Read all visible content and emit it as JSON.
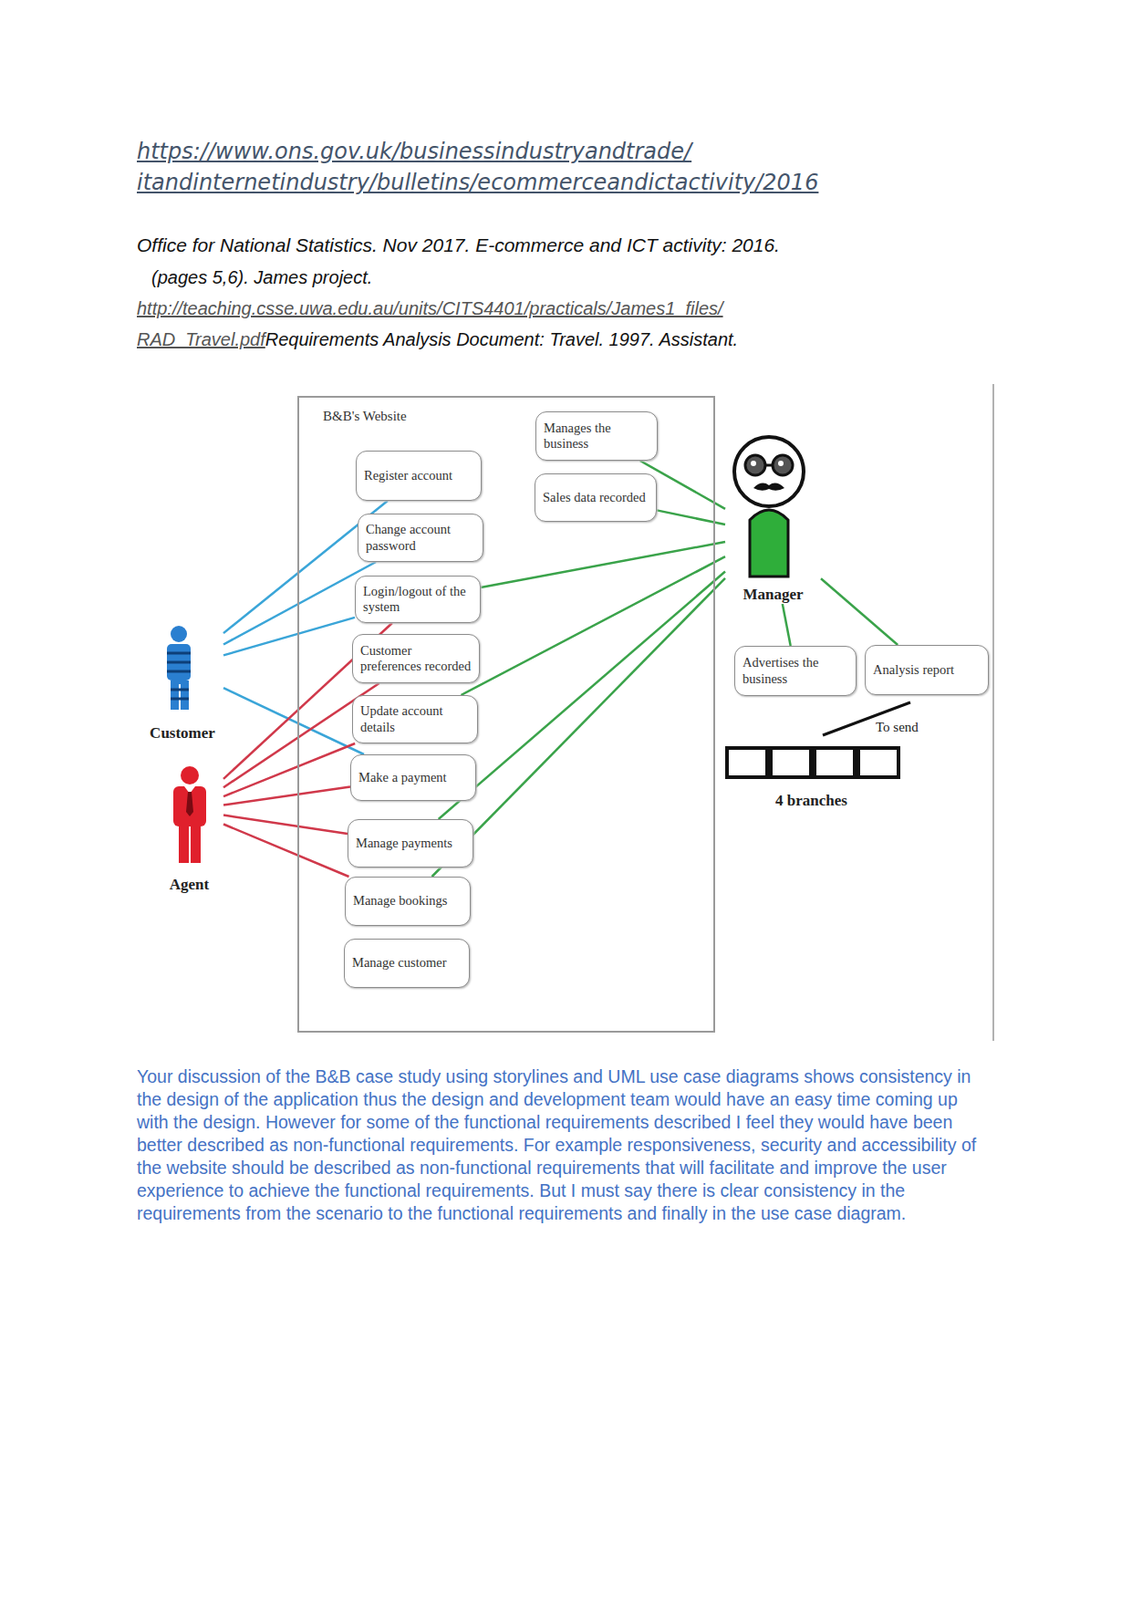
{
  "diagram": {
    "nodes": [
      {
        "text": [
          "B&B's Website"
        ]
      },
      {
        "text": [
          "Manages the business"
        ],
        "in": 0
      },
      {
        "text": [
          "Sales data recorded"
        ],
        "in": 0
      },
      {
        "text": [
          "Register account"
        ],
        "in": 0
      },
      {
        "text": [
          "Change account password"
        ],
        "in": 0
      },
      {
        "text": [
          "Login/logout of the system"
        ],
        "in": 0
      },
      {
        "text": [
          "Customer preferences recorded"
        ],
        "in": 0
      },
      {
        "text": [
          "Update account details"
        ],
        "in": 0
      },
      {
        "text": [
          "Make a payment"
        ],
        "in": 0
      },
      {
        "text": [
          "Manage payments"
        ],
        "in": 0
      },
      {
        "text": [
          "Manage bookings"
        ],
        "in": 0
      },
      {
        "text": [
          "Manage customer"
        ],
        "in": 0
      },
      {
        "text": [
          "Manager"
        ]
      },
      {
        "text": [
          "Customer"
        ]
      },
      {
        "text": [
          "Advertises the business"
        ]
      },
      {
        "text": [
          "Analysis report"
        ]
      },
      {
        "text": [
          "Agent"
        ]
      }
    ],
    "edges": [
      {
        "from": 13,
        "to": 3,
        "arrow": "none"
      },
      {
        "from": 13,
        "to": 4,
        "arrow": "none"
      },
      {
        "from": 13,
        "to": 5,
        "arrow": "none"
      },
      {
        "from": 13,
        "to": 8,
        "arrow": "none"
      },
      {
        "from": 16,
        "to": 5,
        "arrow": "none"
      },
      {
        "from": 16,
        "to": 6,
        "arrow": "none"
      },
      {
        "from": 16,
        "to": 7,
        "arrow": "none"
      },
      {
        "from": 16,
        "to": 8,
        "arrow": "none"
      },
      {
        "from": 16,
        "to": 9,
        "arrow": "none"
      },
      {
        "from": 16,
        "to": 10,
        "arrow": "none"
      },
      {
        "from": 12,
        "to": 1,
        "arrow": "none"
      },
      {
        "from": 12,
        "to": 2,
        "arrow": "none"
      },
      {
        "from": 12,
        "to": 5,
        "arrow": "none"
      },
      {
        "from": 12,
        "to": 7,
        "arrow": "none"
      },
      {
        "from": 12,
        "to": 9,
        "arrow": "none"
      },
      {
        "from": 12,
        "to": 10,
        "arrow": "none"
      },
      {
        "from": 12,
        "to": 14,
        "arrow": "none"
      },
      {
        "from": 12,
        "to": 15,
        "arrow": "none"
      }
    ],
    "labels": [
      "https://www.ons.gov.uk/businessindustryandtrade/",
      "itandinternetindustry/bulletins/ecommerceandictactivity/2016",
      "Office for National Statistics. Nov 2017. E-commerce and ICT activity: 2016.",
      "(pages 5,6). James project.",
      "http://teaching.csse.uwa.edu.au/units/CITS4401/practicals/James1_files/",
      "RAD_Travel.pdf",
      "Requirements Analysis Document: Travel. 1997. Assistant.",
      "To send",
      "4 branches",
      "Your discussion of the B&B case study using storylines and UML use case diagrams shows consistency in the design of the application thus the design and development team would have an easy time coming up with the design. However for some of the functional requirements described I feel they would have been better described as non-functional requirements. For example responsiveness, security and accessibility of the website should be described as non-functional requirements that will facilitate and improve the user experience to achieve the functional requirements. But I must say there is clear consistency in the requirements from the scenario to the functional requirements and finally in the use case diagram."
    ]
  }
}
